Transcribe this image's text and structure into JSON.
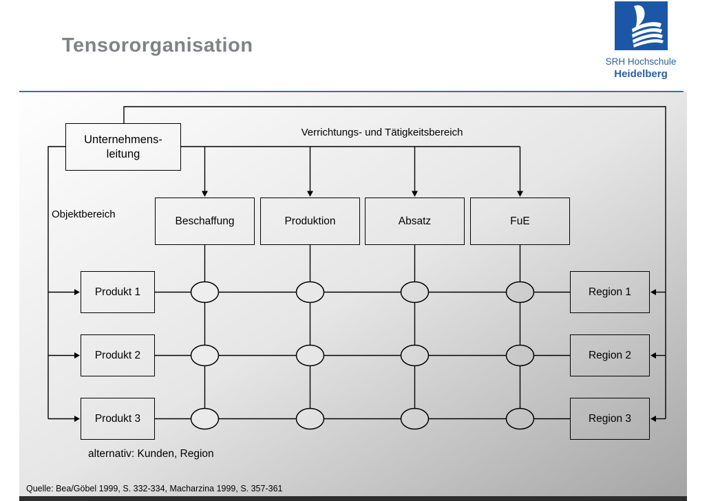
{
  "header": {
    "title": "Tensororganisation",
    "logo_line1": "SRH Hochschule",
    "logo_line2": "Heidelberg"
  },
  "diagram": {
    "top_label": "Verrichtungs- und Tätigkeitsbereich",
    "left_label": "Objektbereich",
    "root": {
      "line1": "Unternehmens-",
      "line2": "leitung"
    },
    "functions": [
      "Beschaffung",
      "Produktion",
      "Absatz",
      "FuE"
    ],
    "products": [
      "Produkt 1",
      "Produkt 2",
      "Produkt 3"
    ],
    "regions": [
      "Region 1",
      "Region 2",
      "Region 3"
    ],
    "footnote": "alternativ: Kunden, Region"
  },
  "footer": {
    "source": "Quelle: Bea/Göbel 1999, S. 332-334, Macharzina 1999, S. 357-361"
  },
  "colors": {
    "title_gray": "#808285",
    "divider_teal": "#456e80",
    "bottom_bar": "#2d2d2d",
    "logo_blue": "#1b57a6",
    "logo_text_blue": "#28639c"
  }
}
